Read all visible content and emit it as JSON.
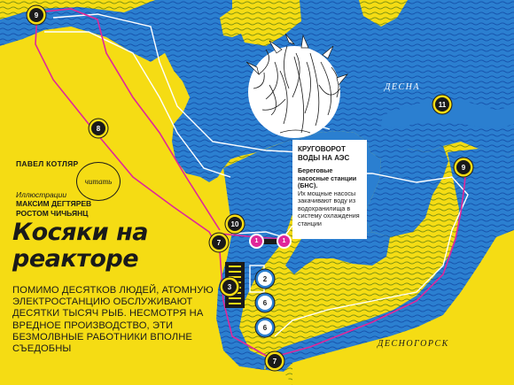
{
  "article": {
    "author": "ПАВЕЛ КОТЛЯР",
    "illustrations_label": "Иллюстрации",
    "illustrators": "МАКСИМ ДЕГТЯРЕВ РОСТОМ ЧИЧЬЯНЦ",
    "read_label": "читать",
    "title": "Косяки на реакторе",
    "lead": "Помимо десятков людей, атомную электростанцию обслуживают десятки тысяч рыб. Несмотря на вредное производство, эти безмолвные работники вполне съедобны"
  },
  "map": {
    "river_label": "ДЕСНА",
    "town_label": "ДЕСНОГОРСК",
    "infobox": {
      "heading": "КРУГОВОРОТ ВОДЫ НА АЭС",
      "subheading": "Береговые насосные станции (БНС).",
      "body": "Их мощные насосы закачивают воду из водохранилища в систему охлаждения станции"
    },
    "markers": {
      "m9_top": "9",
      "m8": "8",
      "m10": "10",
      "m7_left": "7",
      "m1_a": "1",
      "m1_b": "1",
      "m3": "3",
      "m2": "2",
      "m6_a": "6",
      "m6_b": "6",
      "m7_bottom": "7",
      "m11": "11",
      "m9_right": "9"
    }
  },
  "colors": {
    "background": "#f5dc14",
    "water": "#2b7fd0",
    "route": "#e0279a",
    "ink": "#1a1a1a"
  }
}
